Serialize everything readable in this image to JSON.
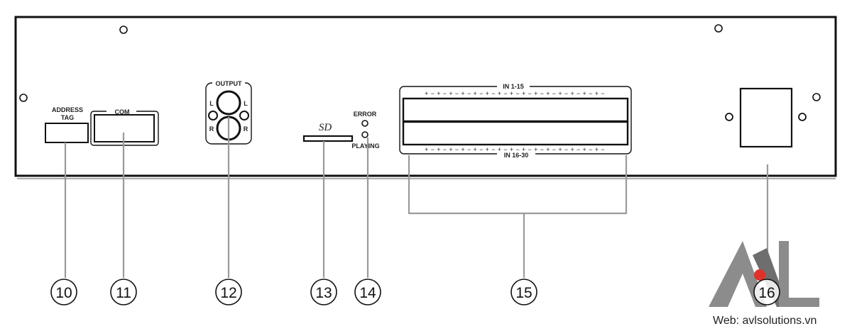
{
  "panel": {
    "address_tag_line1": "ADDRESS",
    "address_tag_line2": "TAG",
    "com_label": "COM",
    "output_label": "OUTPUT",
    "output_left_l": "L",
    "output_left_r": "R",
    "output_right_l": "L",
    "output_right_r": "R",
    "sd_label": "SD",
    "error_label": "ERROR",
    "playing_label": "PLAYING",
    "in_top_label": "IN 1-15",
    "in_bottom_label": "IN 16-30",
    "terminal_polarity_top": "+ − + − + − + − + − + − + − + − + − + − + − + − + − + − + −",
    "terminal_polarity_bottom": "+ − + − + − + − + − + − + − + − + − + − + − + − + − + − + −"
  },
  "callouts": {
    "c10": "10",
    "c11": "11",
    "c12": "12",
    "c13": "13",
    "c14": "14",
    "c15": "15",
    "c16": "16"
  },
  "watermark": {
    "logo_text": "AVL",
    "website": "Web: avlsolutions.vn"
  }
}
